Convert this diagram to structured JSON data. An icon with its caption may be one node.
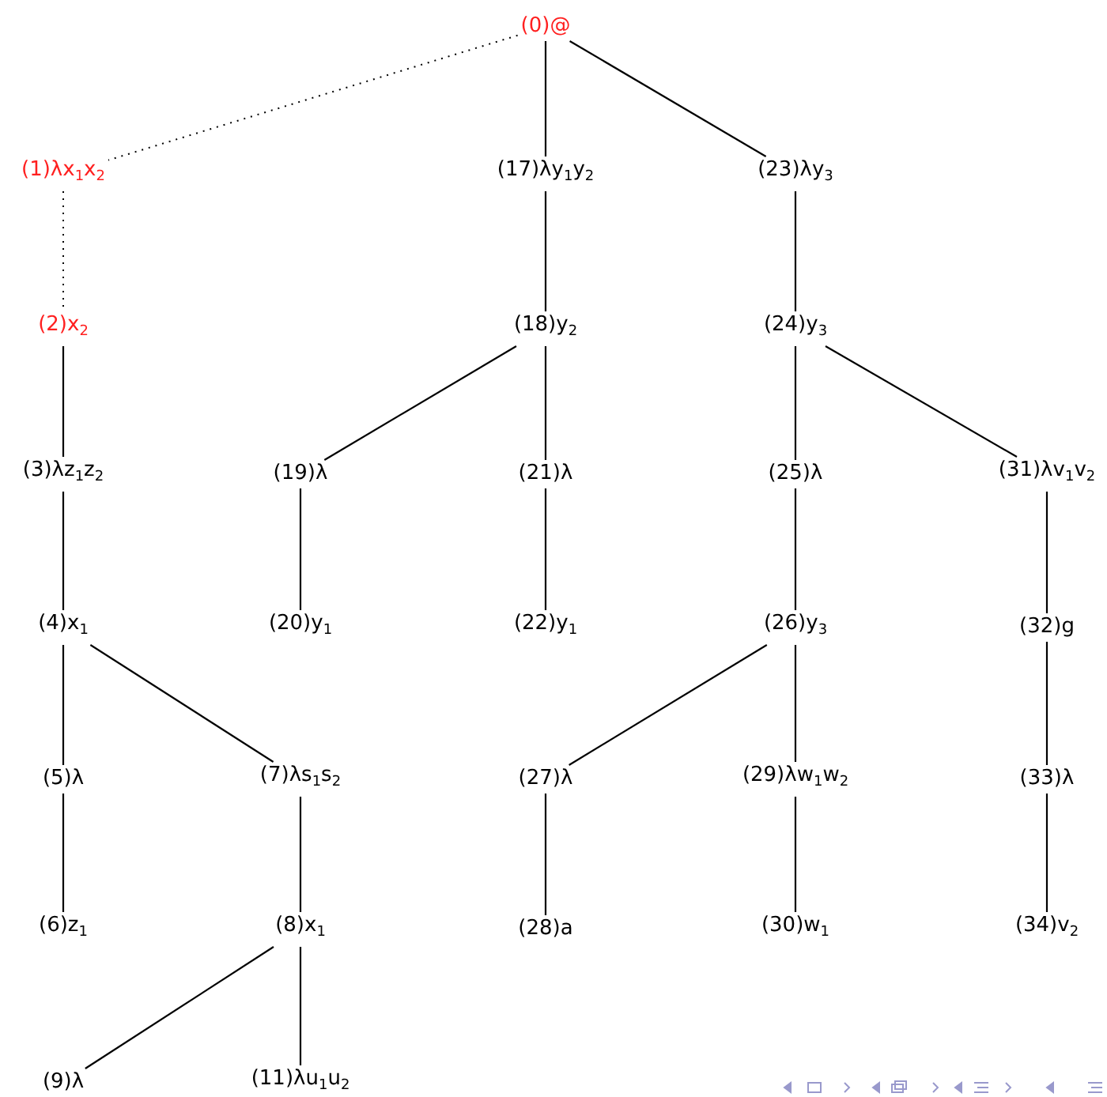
{
  "diagram": {
    "nodes": [
      {
        "text": [
          "(0)@"
        ]
      },
      {
        "text": [
          "(1)λx$_{1}$x$_{2}$"
        ]
      },
      {
        "text": [
          "(2)x$_{2}$"
        ]
      },
      {
        "text": [
          "(3)λz$_{1}$z$_{2}$"
        ]
      },
      {
        "text": [
          "(4)x$_{1}$"
        ]
      },
      {
        "text": [
          "(5)λ"
        ]
      },
      {
        "text": [
          "(6)z$_{1}$"
        ]
      },
      {
        "text": [
          "(7)λs$_{1}$s$_{2}$"
        ]
      },
      {
        "text": [
          "(8)x$_{1}$"
        ]
      },
      {
        "text": [
          "(9)λ"
        ]
      },
      {
        "text": [
          "(11)λu$_{1}$u$_{2}$"
        ]
      },
      {
        "text": [
          "(17)λy$_{1}$y$_{2}$"
        ]
      },
      {
        "text": [
          "(18)y$_{2}$"
        ]
      },
      {
        "text": [
          "(19)λ"
        ]
      },
      {
        "text": [
          "(20)y$_{1}$"
        ]
      },
      {
        "text": [
          "(21)λ"
        ]
      },
      {
        "text": [
          "(22)y$_{1}$"
        ]
      },
      {
        "text": [
          "(23)λy$_{3}$"
        ]
      },
      {
        "text": [
          "(24)y$_{3}$"
        ]
      },
      {
        "text": [
          "(25)λ"
        ]
      },
      {
        "text": [
          "(26)y$_{3}$"
        ]
      },
      {
        "text": [
          "(27)λ"
        ]
      },
      {
        "text": [
          "(28)a"
        ]
      },
      {
        "text": [
          "(29)λw$_{1}$w$_{2}$"
        ]
      },
      {
        "text": [
          "(30)w$_{1}$"
        ]
      },
      {
        "text": [
          "(31)λv$_{1}$v$_{2}$"
        ]
      },
      {
        "text": [
          "(32)g"
        ]
      },
      {
        "text": [
          "(33)λ"
        ]
      },
      {
        "text": [
          "(34)v$_{2}$"
        ]
      }
    ],
    "edges": [
      {
        "from": 0,
        "to": 1,
        "arrow": "none",
        "style": "dashed"
      },
      {
        "from": 1,
        "to": 2,
        "arrow": "none",
        "style": "dashed"
      },
      {
        "from": 2,
        "to": 3,
        "arrow": "none"
      },
      {
        "from": 3,
        "to": 4,
        "arrow": "none"
      },
      {
        "from": 4,
        "to": 5,
        "arrow": "none"
      },
      {
        "from": 4,
        "to": 7,
        "arrow": "none"
      },
      {
        "from": 5,
        "to": 6,
        "arrow": "none"
      },
      {
        "from": 7,
        "to": 8,
        "arrow": "none"
      },
      {
        "from": 8,
        "to": 9,
        "arrow": "none"
      },
      {
        "from": 8,
        "to": 10,
        "arrow": "none"
      },
      {
        "from": 0,
        "to": 11,
        "arrow": "none"
      },
      {
        "from": 0,
        "to": 17,
        "arrow": "none"
      },
      {
        "from": 11,
        "to": 12,
        "arrow": "none"
      },
      {
        "from": 12,
        "to": 13,
        "arrow": "none"
      },
      {
        "from": 12,
        "to": 15,
        "arrow": "none"
      },
      {
        "from": 13,
        "to": 14,
        "arrow": "none"
      },
      {
        "from": 15,
        "to": 16,
        "arrow": "none"
      },
      {
        "from": 17,
        "to": 18,
        "arrow": "none"
      },
      {
        "from": 18,
        "to": 19,
        "arrow": "none"
      },
      {
        "from": 18,
        "to": 25,
        "arrow": "none"
      },
      {
        "from": 19,
        "to": 20,
        "arrow": "none"
      },
      {
        "from": 20,
        "to": 21,
        "arrow": "none"
      },
      {
        "from": 20,
        "to": 23,
        "arrow": "none"
      },
      {
        "from": 21,
        "to": 22,
        "arrow": "none"
      },
      {
        "from": 23,
        "to": 24,
        "arrow": "none"
      },
      {
        "from": 25,
        "to": 26,
        "arrow": "none"
      },
      {
        "from": 26,
        "to": 27,
        "arrow": "none"
      },
      {
        "from": 27,
        "to": 28,
        "arrow": "none"
      }
    ]
  }
}
